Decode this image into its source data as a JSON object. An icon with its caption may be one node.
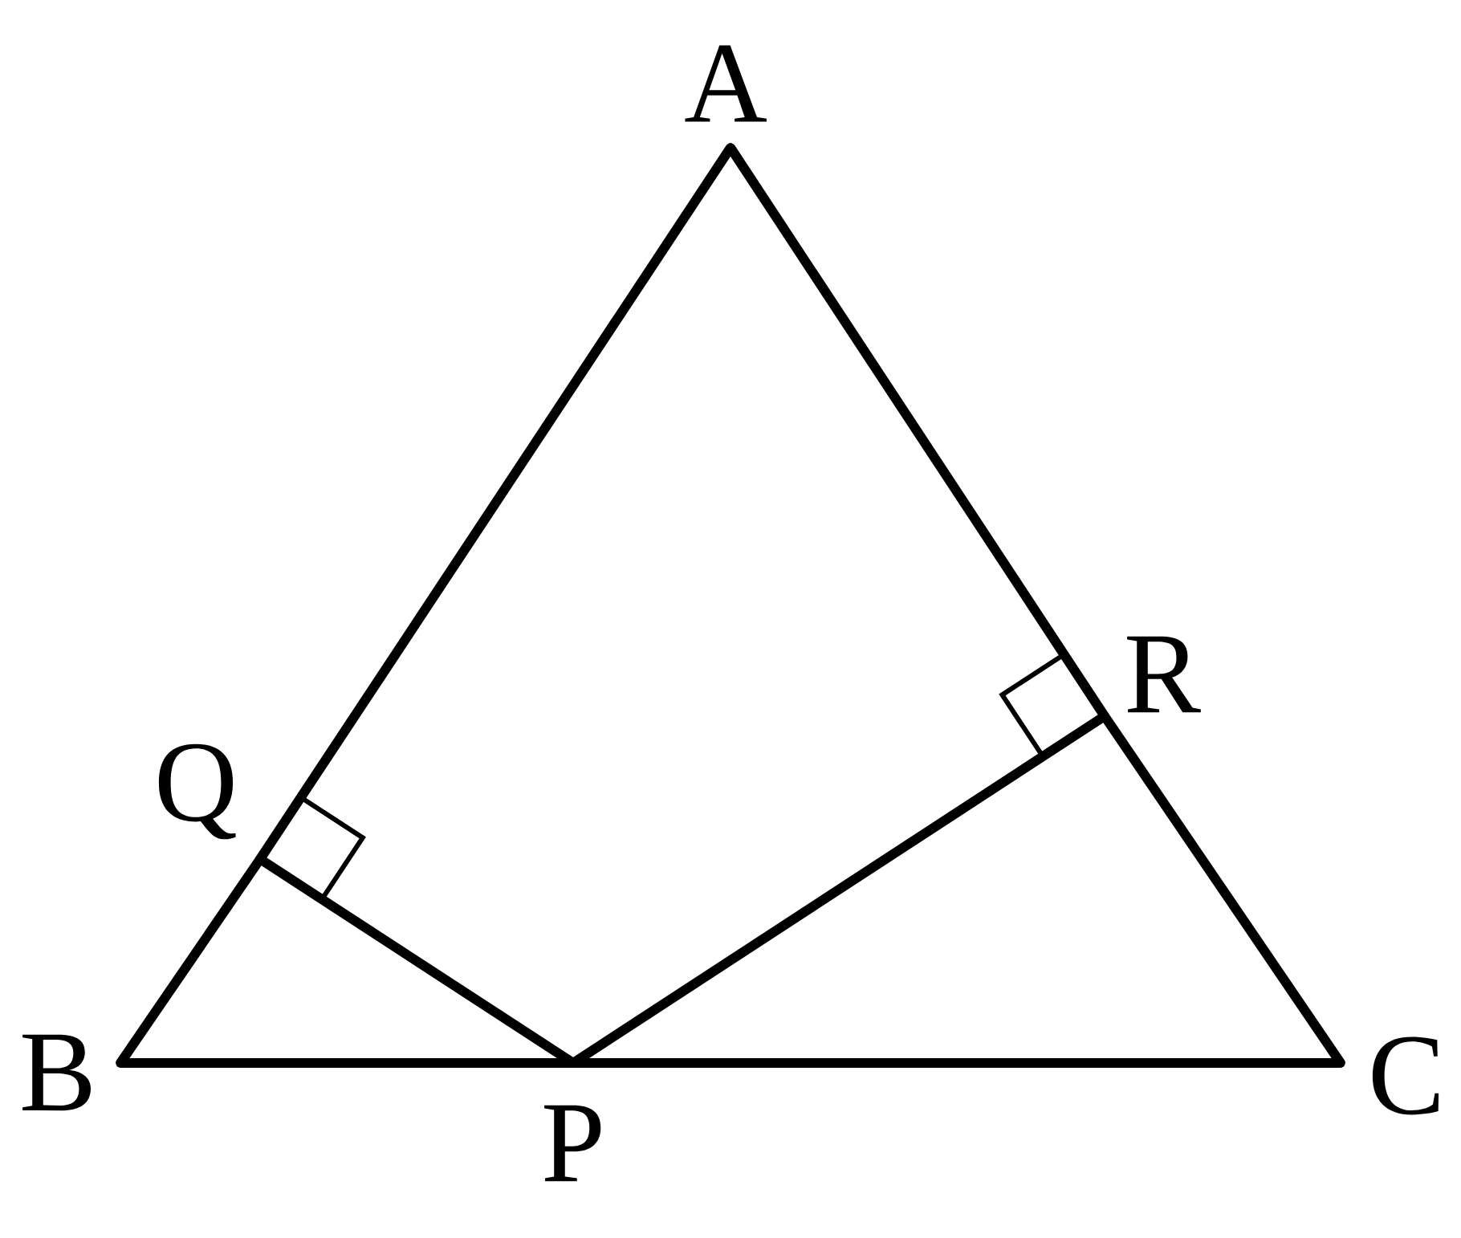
{
  "diagram": {
    "nodes": [
      {
        "text": [
          "A"
        ]
      },
      {
        "text": [
          "B"
        ]
      },
      {
        "text": [
          "C"
        ]
      },
      {
        "text": [
          "P"
        ]
      },
      {
        "text": [
          "Q"
        ]
      },
      {
        "text": [
          "R"
        ]
      }
    ],
    "edges": [
      {
        "from": 1,
        "to": 4,
        "arrow": "none"
      },
      {
        "from": 4,
        "to": 0,
        "arrow": "none"
      },
      {
        "from": 0,
        "to": 5,
        "arrow": "none"
      },
      {
        "from": 5,
        "to": 2,
        "arrow": "none"
      },
      {
        "from": 1,
        "to": 3,
        "arrow": "none"
      },
      {
        "from": 3,
        "to": 2,
        "arrow": "none"
      },
      {
        "from": 3,
        "to": 4,
        "arrow": "none"
      },
      {
        "from": 3,
        "to": 5,
        "arrow": "none"
      }
    ]
  }
}
